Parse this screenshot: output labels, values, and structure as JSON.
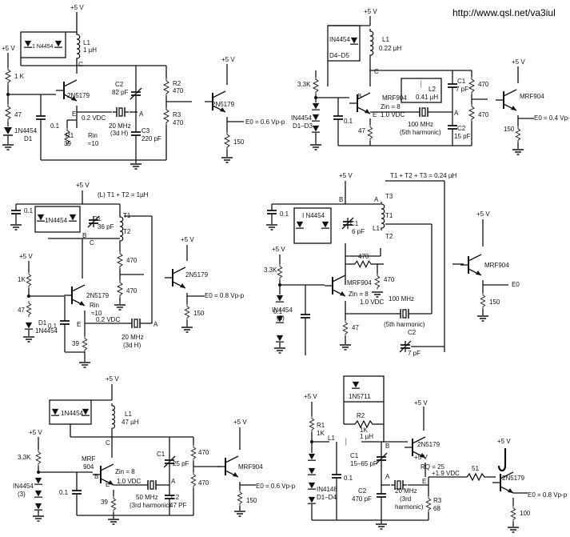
{
  "header": {
    "url": "http://www.qsl.net/va3iul"
  },
  "circuits": [
    {
      "id": "c1",
      "labels": {
        "vcc_top": "+5 V",
        "vcc_left": "+5 V",
        "r_bias": "1 K",
        "r_bias2": "47",
        "diode": "1N4454",
        "diode_ref": "D1",
        "diode_pair": "1 N4454",
        "inductor": "L1",
        "inductor_val": "1 µH",
        "transistor": "2N5179",
        "cap_bypass": "0.1",
        "r_e": "R1",
        "r_e_val": "39",
        "r_in": "Rin",
        "r_in_val": "≈10",
        "vdc": "0.2 VDC",
        "crystal": "20 MHz",
        "crystal_mode": "(3d H)",
        "c_var": "C2",
        "c_var_val": "82 pF",
        "c3": "C3",
        "c3_val": "220 pF",
        "node_c": "C",
        "node_e": "E",
        "node_a": "A",
        "r2": "R2",
        "r2_val": "470",
        "r3": "R3",
        "r3_val": "470",
        "buf_vcc": "+5 V",
        "buf_transistor": "2N5179",
        "buf_out": "E0 = 0.6 Vp-p",
        "buf_r": "150"
      }
    },
    {
      "id": "c2",
      "labels": {
        "vcc_top": "+5 V",
        "diode": "IN4454",
        "diode_ref": "D4–D5",
        "inductor": "L1",
        "inductor_val": "0.22 µH",
        "node_c": "C",
        "r_bias": "3.3K",
        "transistor": "MRF904",
        "zin": "Zin = 8",
        "vdc": "1.0 VDC",
        "l2": "L2",
        "l2_val": "0.41 µH",
        "c1": "C1",
        "c1_val": "7 pF",
        "c2": "C2",
        "c2_val": "15 pF",
        "r1": "470",
        "r2": "470",
        "diodes": "IN4454",
        "diodes_ref": "D1–D3",
        "cap": "0.1",
        "r_e": "47",
        "crystal": "100 MHz",
        "crystal_mode": "(5th harmonic)",
        "node_b": "B",
        "node_e": "E",
        "node_a": "A",
        "buf_vcc": "+5 V",
        "buf_transistor": "MRF904",
        "buf_out": "E0 = 0.4 Vp-p",
        "buf_r": "150"
      }
    },
    {
      "id": "c3",
      "labels": {
        "vcc_top": "+5 V",
        "l_total": "(L) T1 + T2 = 1µH",
        "cap": "0.1",
        "diode": "1N4454",
        "c1": "C1",
        "c1_val": "36 pF",
        "node_b": "B",
        "node_c": "C",
        "t1": "T1",
        "t2": "T2",
        "vcc_left": "+5 V",
        "r_bias": "1K",
        "r_bias2": "47",
        "d1": "D1",
        "d1_part": "1N4454",
        "transistor": "2N5179",
        "rin": "Rin",
        "rin_val": "≈10",
        "cap2": "0.1",
        "node_e": "E",
        "vdc": "0.2 VDC",
        "r_e": "39",
        "crystal": "20 MHz",
        "crystal_mode": "(3d H)",
        "node_a": "A",
        "r1": "470",
        "r2": "470",
        "buf_vcc": "+5 V",
        "buf_transistor": "2N5179",
        "buf_out": "E0 = 0.8 Vp-p",
        "buf_r": "150"
      }
    },
    {
      "id": "c4",
      "labels": {
        "vcc_top": "+5 V",
        "t_total": "T1 + T2 + T3 = 0.24 µH",
        "node_b": "B",
        "node_a": "A",
        "t3": "T3",
        "t1": "T1",
        "l1": "L1",
        "t2": "T2",
        "cap": "0.1",
        "diode": "I N4454",
        "c1": "C1",
        "c1_val": "6 pF",
        "vcc_left": "+5 V",
        "r_bias": "3.3K",
        "r1": "470",
        "r2": "470",
        "transistor": "MRF904",
        "zin": "Zin = 8",
        "vdc": "1.0 VDC",
        "crystal": "100 MHz",
        "crystal_mode": "(5th harmonic)",
        "diodes": "IN4454",
        "diodes_n": "(3)",
        "cap2": "0.1",
        "r_e": "47",
        "c2": "C2",
        "c2_val": "7 pF",
        "buf_vcc": "+5 V",
        "buf_transistor": "MRF904",
        "buf_out": "E0",
        "buf_r": "150"
      }
    },
    {
      "id": "c5",
      "labels": {
        "vcc_top": "+5 V",
        "diode": "1N4454",
        "l1": "L1",
        "l1_val": "47 µH",
        "node_c": "C",
        "vcc_left": "+5 V",
        "r_bias": "3.3K",
        "transistor": "MRF",
        "transistor2": "904",
        "zin": "Zin = 8",
        "vdc": "1.0 VDC",
        "diodes": "IN4454",
        "diodes_n": "(3)",
        "cap": "0.1",
        "node_e": "E",
        "node_b": "B",
        "r_e": "39",
        "crystal": "50 MHz",
        "crystal_mode": "(3rd harmonic)",
        "c1": "C1",
        "c1_val": "25 pF",
        "c2": "C2",
        "c2_val": "47 PF",
        "node_a": "A",
        "r1": "470",
        "r2": "470",
        "buf_vcc": "+5 V",
        "buf_transistor": "MRF904",
        "buf_out": "E0 = 0.6 Vp-p",
        "buf_r": "150"
      }
    },
    {
      "id": "c6",
      "labels": {
        "vcc_top": "+5 V",
        "schottky": "1N5711",
        "r2": "R2",
        "r2_val": "1K",
        "r1": "R1",
        "r1_val": "1K",
        "l1": "L1",
        "l1_val": "1 µH",
        "node_b": "B",
        "c1": "C1",
        "c1_val": "15–65 pF",
        "rq": "RQ = 25",
        "cap": "0.1",
        "diodes": "IN4148",
        "diodes_ref": "D1–D4",
        "c2": "C2",
        "c2_val": "470 pF",
        "node_a": "A",
        "crystal": "20 MHz",
        "crystal_mode": "(3rd",
        "crystal_mode2": "harmonic)",
        "node_e": "E",
        "r3": "R3",
        "r3_val": "68",
        "vdc": "+1.9 VDC",
        "r_series": "51",
        "vcc_tr": "+5 V",
        "transistor": "2N5179",
        "buf_vcc": "+5 V",
        "buf_transistor": "2N5179",
        "buf_out": "E0 = 0.8 Vp-p",
        "buf_r": "100"
      }
    }
  ]
}
